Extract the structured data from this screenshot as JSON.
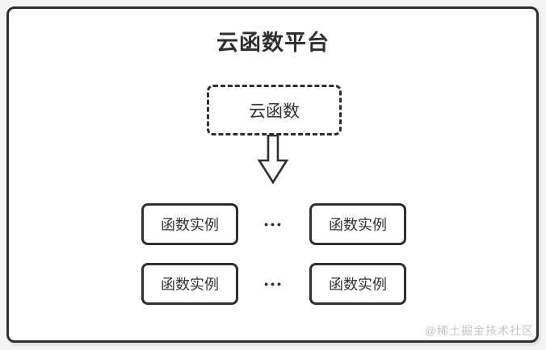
{
  "title": "云函数平台",
  "cloud_function": {
    "label": "云函数"
  },
  "instances": {
    "rows": [
      {
        "left": "函数实例",
        "dots": "•••",
        "right": "函数实例"
      },
      {
        "left": "函数实例",
        "dots": "•••",
        "right": "函数实例"
      }
    ]
  },
  "watermark": "@稀土掘金技术社区",
  "colors": {
    "line": "#2f2f2f",
    "text": "#333333",
    "watermark": "#c4c4c4",
    "background_outer": "#f4f4f4",
    "background_inner": "#ffffff"
  }
}
